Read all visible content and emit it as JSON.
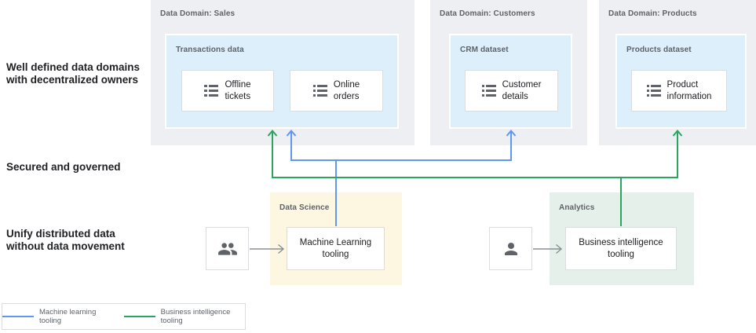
{
  "colors": {
    "ml_line": "#5f97f5",
    "bi_line": "#2aa45f",
    "arrow_gray": "#8a8f94",
    "icon_gray": "#5f6368",
    "domain_bg": "#edeff2",
    "dataset_bg": "#ddeffb",
    "datascience_bg": "#fdf7e2",
    "analytics_bg": "#e4f0e9",
    "card_border": "#dadce0",
    "text_dark": "#202124",
    "text_gray": "#5f6368"
  },
  "row_labels": {
    "well_defined": "Well defined data domains\nwith decentralized owners",
    "secured": "Secured and governed",
    "unify": "Unify distributed data\nwithout data movement"
  },
  "domains": [
    {
      "title": "Data Domain: Sales",
      "dataset_label": "Transactions data",
      "cards": [
        {
          "label": "Offline\ntickets"
        },
        {
          "label": "Online\norders"
        }
      ]
    },
    {
      "title": "Data Domain: Customers",
      "dataset_label": "CRM dataset",
      "cards": [
        {
          "label": "Customer\ndetails"
        }
      ]
    },
    {
      "title": "Data Domain: Products",
      "dataset_label": "Products dataset",
      "cards": [
        {
          "label": "Product\ninformation"
        }
      ]
    }
  ],
  "tooling": {
    "data_science": {
      "label": "Data Science",
      "card_label": "Machine Learning\ntooling"
    },
    "analytics": {
      "label": "Analytics",
      "card_label": "Business intelligence\ntooling"
    }
  },
  "legend": {
    "items": [
      {
        "label": "Machine learning tooling",
        "color": "#5f97f5"
      },
      {
        "label": "Business intelligence tooling",
        "color": "#2aa45f"
      }
    ]
  }
}
